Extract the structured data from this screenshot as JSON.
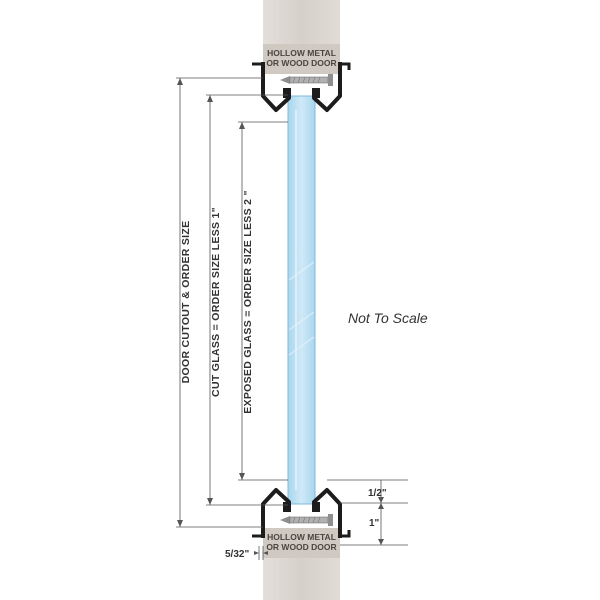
{
  "door_label_top": [
    "HOLLOW METAL",
    "OR WOOD DOOR"
  ],
  "door_label_bottom": [
    "HOLLOW METAL",
    "OR WOOD DOOR"
  ],
  "dimensions": {
    "door_cutout": "DOOR CUTOUT & ORDER SIZE",
    "cut_glass": "CUT GLASS = ORDER SIZE LESS 1\"",
    "exposed_glass": "EXPOSED GLASS = ORDER SIZE LESS 2 \"",
    "half_inch": "1/2\"",
    "one_inch": "1\"",
    "five_32": "5/32\""
  },
  "note": "Not To Scale",
  "colors": {
    "door": "#d8d2cc",
    "door_label_bg": "#cfc9c2",
    "frame": "#1c1c1c",
    "glass": "#bfe0f2",
    "line": "#555555"
  }
}
